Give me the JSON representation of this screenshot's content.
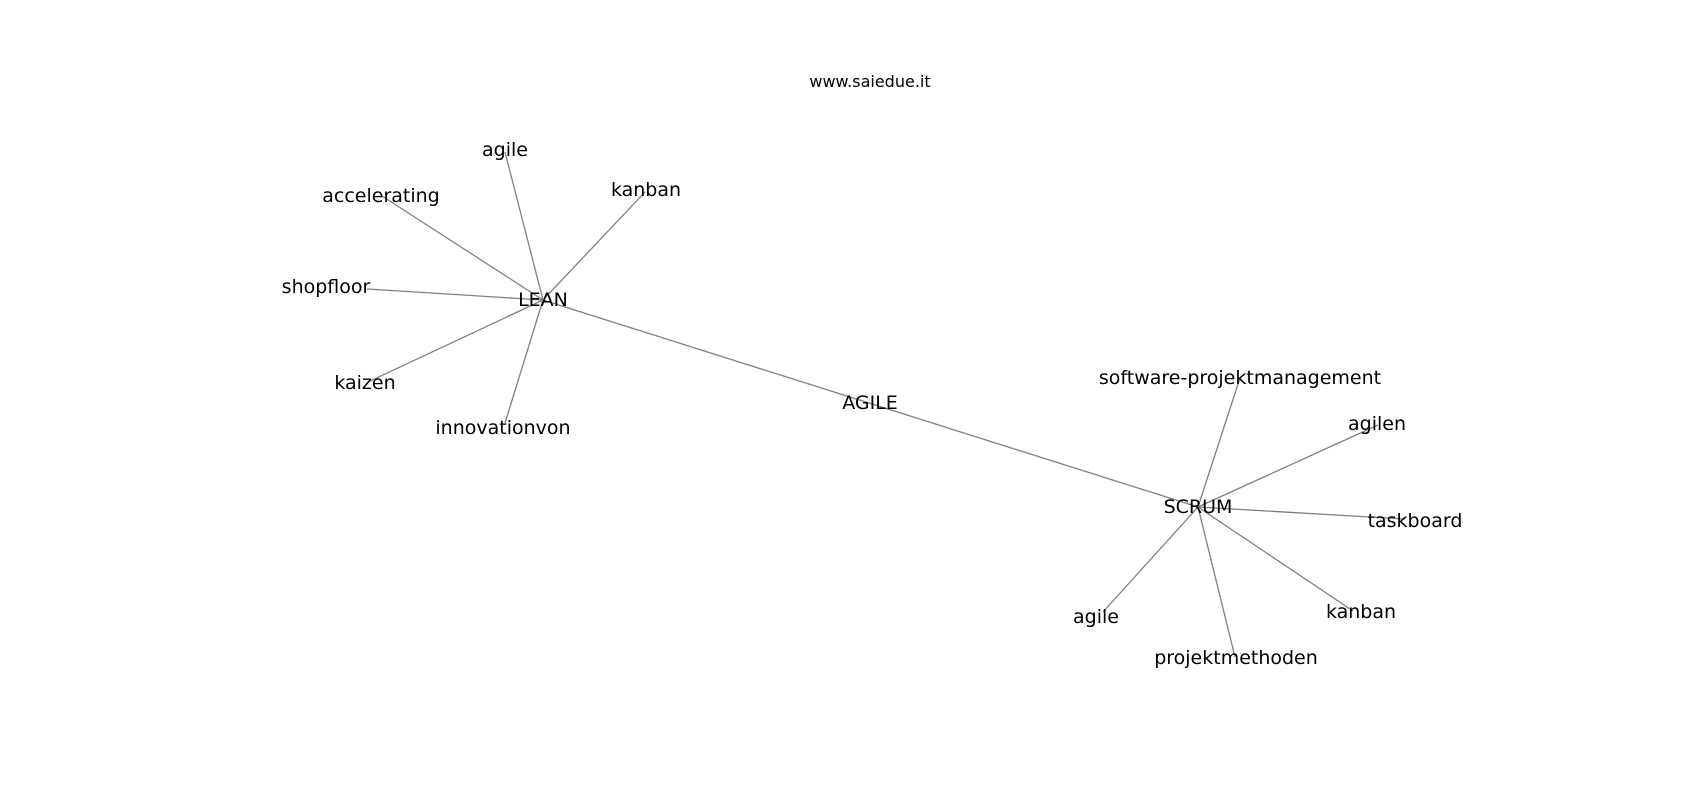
{
  "watermark": "www.saiedue.it",
  "colors": {
    "edge": "#808080",
    "text": "#000000",
    "background": "#ffffff"
  },
  "graph": {
    "nodes": [
      {
        "id": "agile_center",
        "label": "AGILE"
      },
      {
        "id": "lean",
        "label": "LEAN"
      },
      {
        "id": "scrum",
        "label": "SCRUM"
      },
      {
        "id": "lean_agile",
        "label": "agile"
      },
      {
        "id": "lean_accelerating",
        "label": "accelerating"
      },
      {
        "id": "lean_kanban",
        "label": "kanban"
      },
      {
        "id": "lean_shopfloor",
        "label": "shopfloor"
      },
      {
        "id": "lean_kaizen",
        "label": "kaizen"
      },
      {
        "id": "lean_innovationvon",
        "label": "innovationvon"
      },
      {
        "id": "scrum_software",
        "label": "software-projektmanagement"
      },
      {
        "id": "scrum_agilen",
        "label": "agilen"
      },
      {
        "id": "scrum_taskboard",
        "label": "taskboard"
      },
      {
        "id": "scrum_kanban",
        "label": "kanban"
      },
      {
        "id": "scrum_projektmethoden",
        "label": "projektmethoden"
      },
      {
        "id": "scrum_agile",
        "label": "agile"
      }
    ],
    "edges": [
      [
        "lean",
        "scrum"
      ],
      [
        "lean",
        "lean_agile"
      ],
      [
        "lean",
        "lean_accelerating"
      ],
      [
        "lean",
        "lean_kanban"
      ],
      [
        "lean",
        "lean_shopfloor"
      ],
      [
        "lean",
        "lean_kaizen"
      ],
      [
        "lean",
        "lean_innovationvon"
      ],
      [
        "scrum",
        "scrum_software"
      ],
      [
        "scrum",
        "scrum_agilen"
      ],
      [
        "scrum",
        "scrum_taskboard"
      ],
      [
        "scrum",
        "scrum_kanban"
      ],
      [
        "scrum",
        "scrum_projektmethoden"
      ],
      [
        "scrum",
        "scrum_agile"
      ]
    ]
  }
}
